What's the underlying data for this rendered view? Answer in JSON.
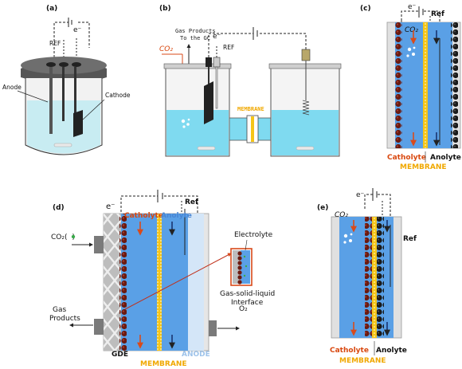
{
  "panels": {
    "a": {
      "label": "(a)",
      "ref": "REF",
      "electron": "e⁻",
      "anode": "Anode",
      "cathode": "Cathode"
    },
    "b": {
      "label": "(b)",
      "gas_products": "Gas Products",
      "to_gc": "To the GC",
      "co2": "CO₂",
      "electron": "e⁻",
      "ref": "REF",
      "membrane": "MEMBRANE"
    },
    "c": {
      "label": "(c)",
      "electron": "e⁻",
      "ref": "Ref",
      "co2": "CO₂",
      "catholyte": "Catholyte",
      "anolyte": "Anolyte",
      "membrane": "MEMBRANE"
    },
    "d": {
      "label": "(d)",
      "electron": "e⁻",
      "ref": "Ref",
      "catholyte": "Catholyte",
      "anolyte": "Anolyte",
      "co2": "CO₂(",
      "co2_close": ")",
      "electrolyte": "Electrolyte",
      "interface_1": "Gas-solid-liquid",
      "interface_2": "Interface",
      "gas_1": "Gas",
      "gas_2": "Products",
      "o2": "O₂",
      "gde": "GDE",
      "membrane": "MEMBRANE",
      "anode": "ANODE"
    },
    "e": {
      "label": "(e)",
      "electron": "e⁻",
      "ref": "Ref",
      "co2": "CO₂",
      "catholyte": "Catholyte",
      "anolyte": "Anolyte",
      "membrane": "MEMBRANE"
    }
  },
  "colors": {
    "catholyte_red": "#d9480f",
    "anolyte_blue": "#4a86d4",
    "membrane_yellow": "#f5c518",
    "catalyst_dark_red": "#6b1a10",
    "anode_black": "#1a1a1a",
    "cell_blue": "#5aa0e6",
    "liquid": "#7fdaf0",
    "gde_gray": "#b9b9b9"
  }
}
